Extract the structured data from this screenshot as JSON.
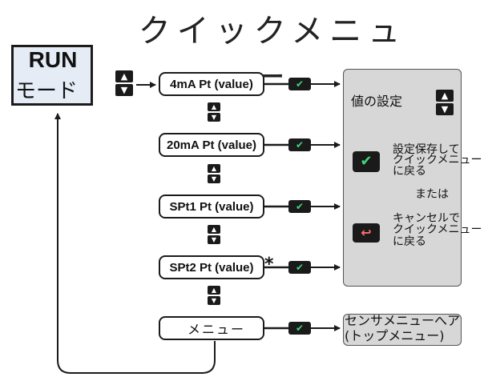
{
  "title": "クイックメニュー",
  "run_box": {
    "line1": "RUN",
    "line2": "モード"
  },
  "steps": [
    {
      "label": "4mA Pt (value)"
    },
    {
      "label": "20mA Pt (value)"
    },
    {
      "label": "SPt1 Pt (value)"
    },
    {
      "label": "SPt2 Pt (value)",
      "marker": "*"
    },
    {
      "label": "メニュー"
    }
  ],
  "panel": {
    "title": "値の設定",
    "save_line1": "設定保存して",
    "save_line2": "クイックメニュー",
    "save_line3": "に戻る",
    "or": "または",
    "cancel_line1": "キャンセルで",
    "cancel_line2": "クイックメニュー",
    "cancel_line3": "に戻る"
  },
  "sensor_menu": {
    "line1": "センサメニューへア",
    "line2": "(トップメニュー)"
  },
  "colors": {
    "check": "#3fd67a",
    "back": "#ff6e6e",
    "run_bg": "#e6ecf6",
    "panel_bg": "#d7d7d7"
  },
  "icons": {
    "updown": "up-down-keys-icon",
    "enter": "enter-check-icon",
    "back": "back-arrow-icon"
  }
}
